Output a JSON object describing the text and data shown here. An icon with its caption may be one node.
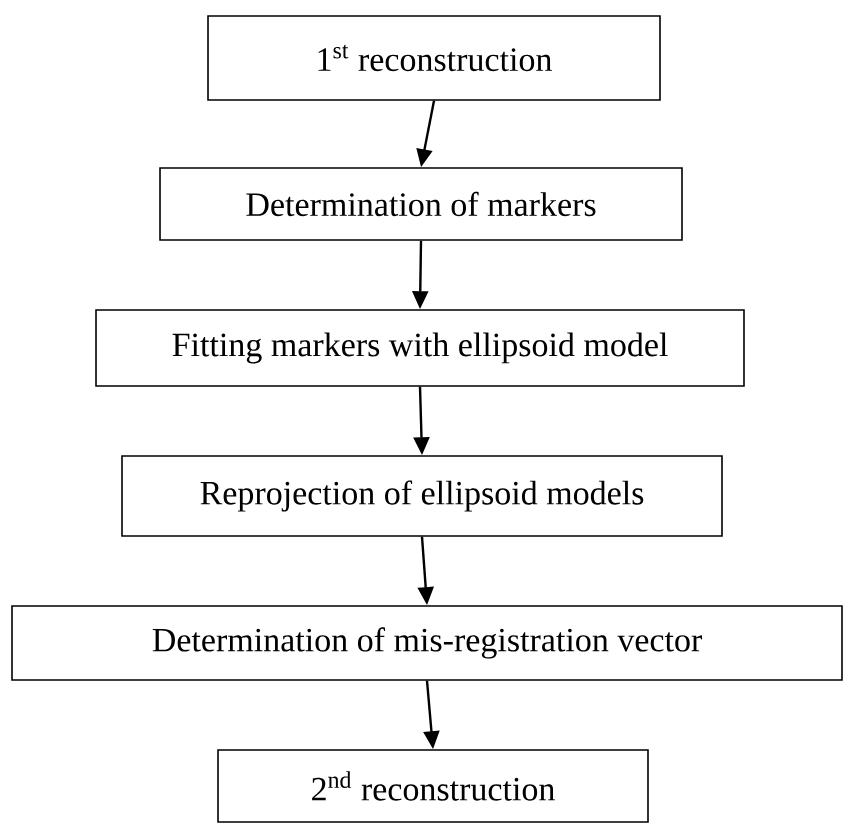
{
  "diagram": {
    "nodes": [
      {
        "text": [
          "1$^{st}$ reconstruction"
        ]
      },
      {
        "text": [
          "Determination of markers"
        ]
      },
      {
        "text": [
          "Fitting markers with ellipsoid model"
        ]
      },
      {
        "text": [
          "Reprojection of ellipsoid models"
        ]
      },
      {
        "text": [
          "Determination of mis-registration vector"
        ]
      },
      {
        "text": [
          "2$^{nd}$ reconstruction"
        ]
      }
    ],
    "edges": [
      {
        "from": 0,
        "to": 1,
        "arrow": "to"
      },
      {
        "from": 1,
        "to": 2,
        "arrow": "to"
      },
      {
        "from": 2,
        "to": 3,
        "arrow": "to"
      },
      {
        "from": 3,
        "to": 4,
        "arrow": "to"
      },
      {
        "from": 4,
        "to": 5,
        "arrow": "to"
      }
    ]
  }
}
